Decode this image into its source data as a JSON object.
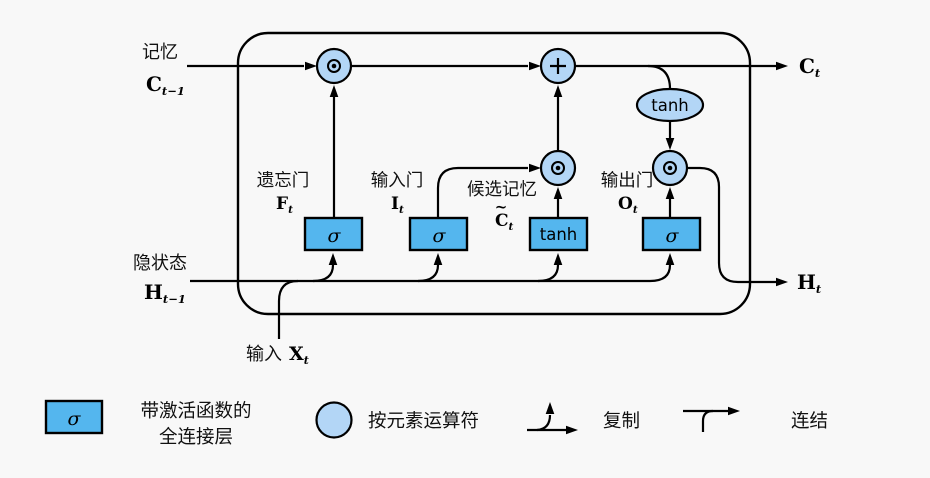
{
  "colors": {
    "background": "#f8f8f8",
    "layer_box_fill": "#54b6ee",
    "operator_fill": "#b3d6f6",
    "line_stroke": "#000000"
  },
  "icons": {
    "hadamard-icon": "⊙ (ring with center dot, element-wise product)",
    "plus-icon": "+ (element-wise add)",
    "arrowhead-icon": "black triangle arrowhead",
    "copy-icon": "line branching upward from a rightward arrow",
    "concat-icon": "line from below merging into a rightward arrow"
  },
  "cell": {
    "memory_in": {
      "label": "记忆",
      "sym": "C",
      "sub": "t−1"
    },
    "hidden_in": {
      "label": "隐状态",
      "sym": "H",
      "sub": "t−1"
    },
    "input": {
      "label": "输入",
      "sym": "X",
      "sub": "t"
    },
    "memory_out": {
      "sym": "C",
      "sub": "t"
    },
    "hidden_out": {
      "sym": "H",
      "sub": "t"
    },
    "forget_gate": {
      "label": "遗忘门",
      "sym": "F",
      "sub": "t",
      "box": "σ"
    },
    "input_gate": {
      "label": "输入门",
      "sym": "I",
      "sub": "t",
      "box": "σ"
    },
    "candidate": {
      "label": "候选记忆",
      "sym": "C",
      "tilde": "~",
      "sub": "t",
      "box": "tanh"
    },
    "output_gate": {
      "label": "输出门",
      "sym": "O",
      "sub": "t",
      "box": "σ"
    },
    "tanh_op": "tanh"
  },
  "legend": {
    "fc_box": {
      "symbol": "σ",
      "line1": "带激活函数的",
      "line2": "全连接层"
    },
    "elementwise": {
      "label": "按元素运算符"
    },
    "copy": {
      "label": "复制"
    },
    "concat": {
      "label": "连结"
    }
  }
}
